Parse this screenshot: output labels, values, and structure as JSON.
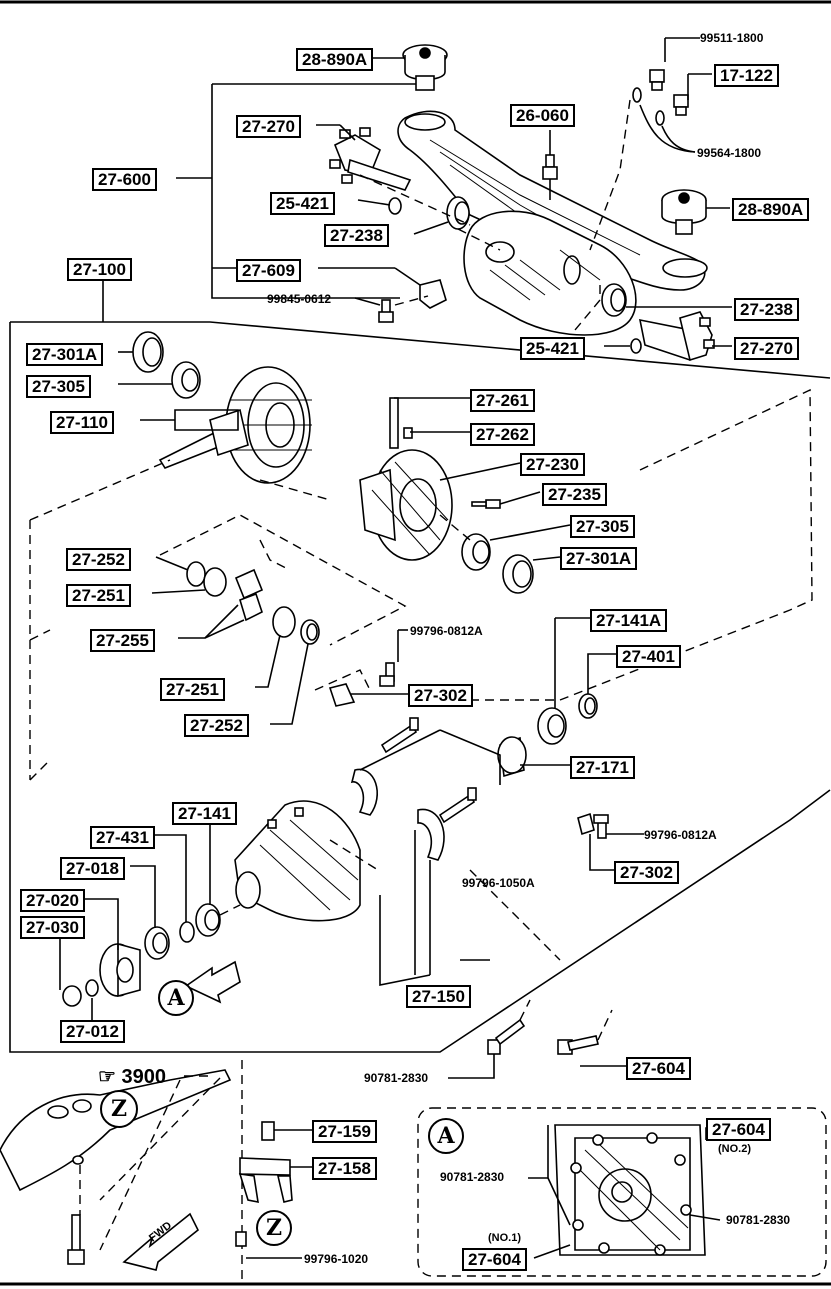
{
  "labels": {
    "l28890a_top": "28-890A",
    "l99511": "99511-1800",
    "l17122": "17-122",
    "l27270_top": "27-270",
    "l26060": "26-060",
    "l99564": "99564-1800",
    "l27600": "27-600",
    "l25421_top": "25-421",
    "l28890a_right": "28-890A",
    "l27238_left": "27-238",
    "l27100": "27-100",
    "l27609": "27-609",
    "l99845": "99845-0612",
    "l27238_right": "27-238",
    "l27301a_top": "27-301A",
    "l25421_right": "25-421",
    "l27270_right": "27-270",
    "l27305_left": "27-305",
    "l27261": "27-261",
    "l27110": "27-110",
    "l27262": "27-262",
    "l27230": "27-230",
    "l27235": "27-235",
    "l27305_right": "27-305",
    "l27252_top": "27-252",
    "l27301a_right": "27-301A",
    "l27251_top": "27-251",
    "l27141a": "27-141A",
    "l27255": "27-255",
    "l99796_0812a_top": "99796-0812A",
    "l27401": "27-401",
    "l27251_bottom": "27-251",
    "l27302_top": "27-302",
    "l27252_bottom": "27-252",
    "l27171": "27-171",
    "l27141": "27-141",
    "l27431": "27-431",
    "l99796_0812a_bottom": "99796-0812A",
    "l27018": "27-018",
    "l27302_bottom": "27-302",
    "l27020": "27-020",
    "l99796_1050a": "99796-1050A",
    "l27030": "27-030",
    "l27150": "27-150",
    "l27012": "27-012",
    "l3900": "3900",
    "l27604_main": "27-604",
    "l90781_main": "90781-2830",
    "l27159": "27-159",
    "l27158": "27-158",
    "l27604_no2": "27-604",
    "no2": "(NO.2)",
    "l90781_inset_left": "90781-2830",
    "l90781_inset_right": "90781-2830",
    "no1": "(NO.1)",
    "l27604_no1": "27-604",
    "l99796_1020": "99796-1020",
    "circle_a": "A",
    "circle_a_inset": "A",
    "circle_z1": "Z",
    "circle_z2": "Z",
    "fwd": "FWD"
  }
}
